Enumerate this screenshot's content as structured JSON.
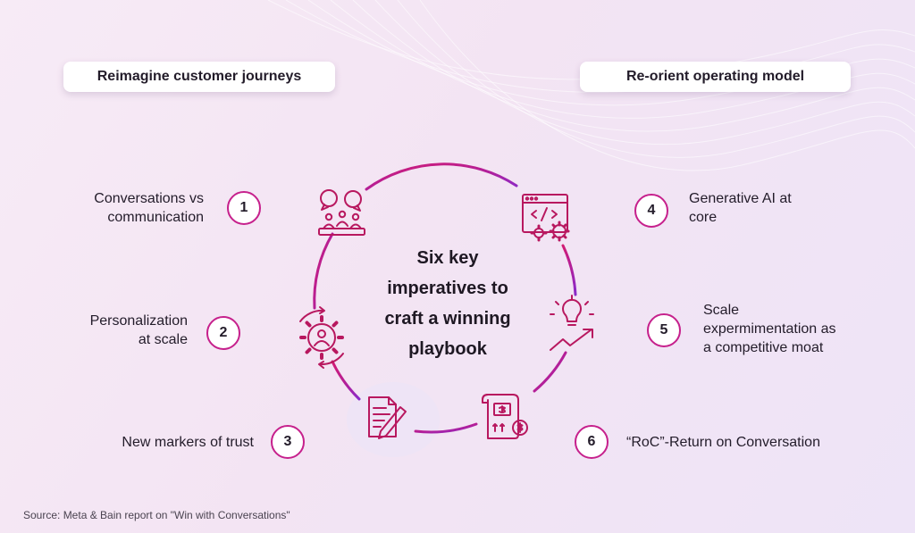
{
  "headers": {
    "left": "Reimagine customer journeys",
    "right": "Re-orient operating model"
  },
  "center": {
    "line1": "Six key",
    "line2": "imperatives to",
    "line3": "craft a winning",
    "line4": "playbook"
  },
  "items": [
    {
      "number": "1",
      "line1": "Conversations vs",
      "line2": "communication",
      "icon": "chat-group-icon"
    },
    {
      "number": "2",
      "line1": "Personalization",
      "line2": "at scale",
      "icon": "gear-person-icon"
    },
    {
      "number": "3",
      "line1": "New markers of trust",
      "icon": "document-pen-icon"
    },
    {
      "number": "4",
      "line1": "Generative AI at",
      "line2": "core",
      "icon": "code-window-gear-icon"
    },
    {
      "number": "5",
      "line1": "Scale",
      "line2": "expermimentation as",
      "line3": "a competitive moat",
      "icon": "lightbulb-growth-icon"
    },
    {
      "number": "6",
      "line1": "“RoC”-Return on Conversation",
      "icon": "receipt-dollar-icon"
    }
  ],
  "source": "Source: Meta & Bain report on \"Win with Conversations\"",
  "colors": {
    "accent_magenta": "#c6208c",
    "accent_purple": "#8a2bc9",
    "icon_color": "#b8185f"
  }
}
